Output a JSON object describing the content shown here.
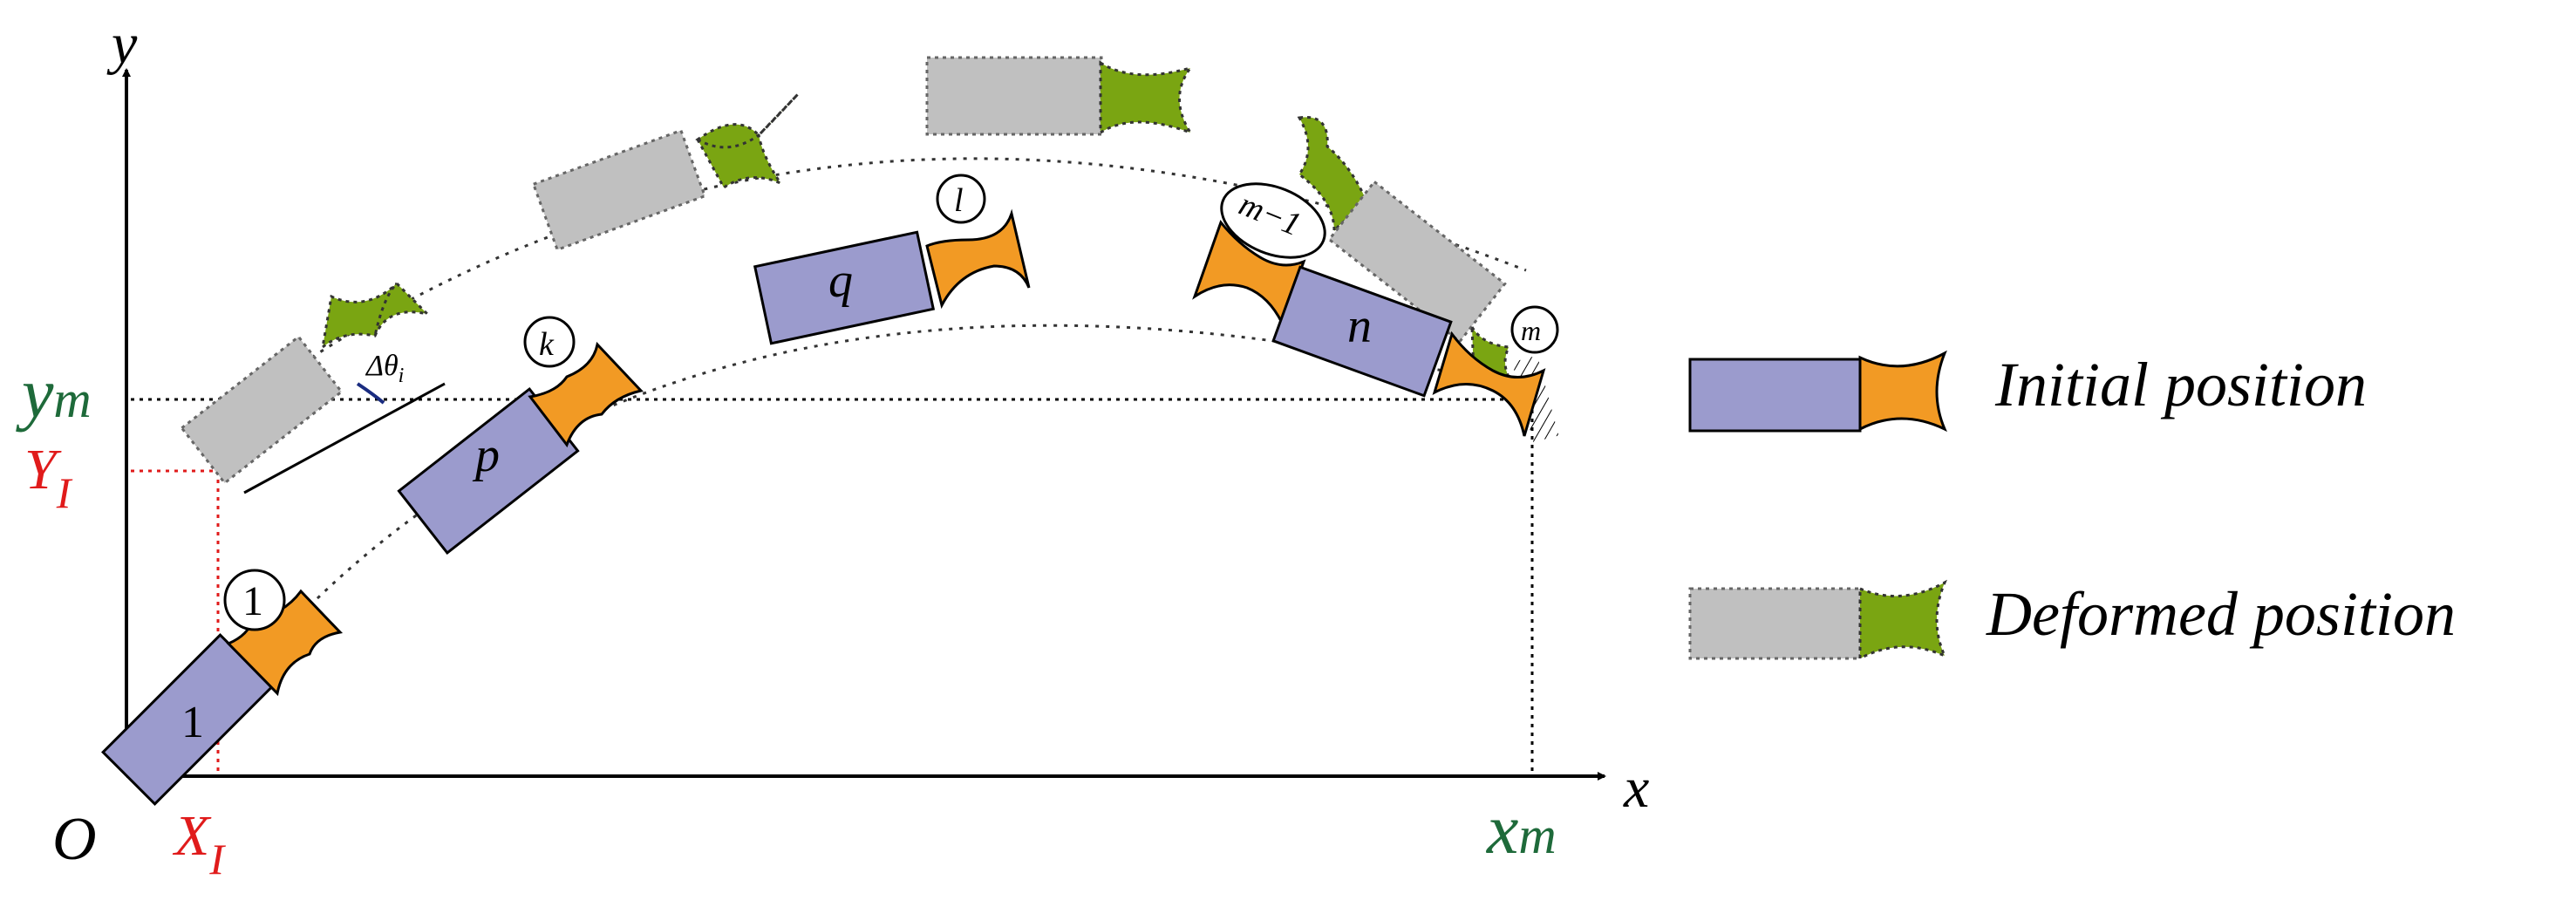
{
  "axes": {
    "x_label": "x",
    "y_label": "y",
    "origin_label": "O"
  },
  "markers": {
    "XI_label": "X",
    "XI_sub": "I",
    "YI_label": "Y",
    "YI_sub": "I",
    "xm_label": "x",
    "xm_sub": "m",
    "ym_label": "y",
    "ym_sub": "m",
    "delta_theta": "Δθ",
    "delta_theta_sub": "i"
  },
  "segment_labels": {
    "seg1": "1",
    "segp": "p",
    "segq": "q",
    "segn": "n"
  },
  "joint_labels": {
    "j1": "1",
    "jk": "k",
    "jl": "l",
    "jm1": "m−1",
    "jm": "m"
  },
  "legend": {
    "initial": "Initial position",
    "deformed": "Deformed position"
  },
  "colors": {
    "link_initial": "#9b9bcd",
    "joint_initial": "#f29a24",
    "link_deformed": "#c0c0c0",
    "joint_deformed": "#7aa512",
    "ref_label": "#e01b1b",
    "max_label": "#1e6a3a"
  }
}
